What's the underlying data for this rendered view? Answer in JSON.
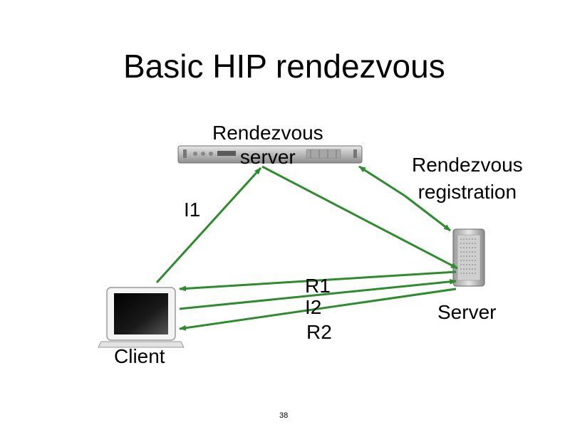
{
  "slide": {
    "title": "Basic HIP rendezvous",
    "page_number": "38"
  },
  "nodes": {
    "rendezvous_server": "Rendezvous\nserver",
    "server": "Server",
    "client": "Client"
  },
  "labels": {
    "i1": "I1",
    "rendezvous_registration": "Rendezvous\nregistration",
    "r1": "R1",
    "i2": "I2",
    "r2": "R2"
  },
  "colors": {
    "arrow": "#2e8b2e",
    "text": "#000000",
    "background": "#ffffff"
  }
}
